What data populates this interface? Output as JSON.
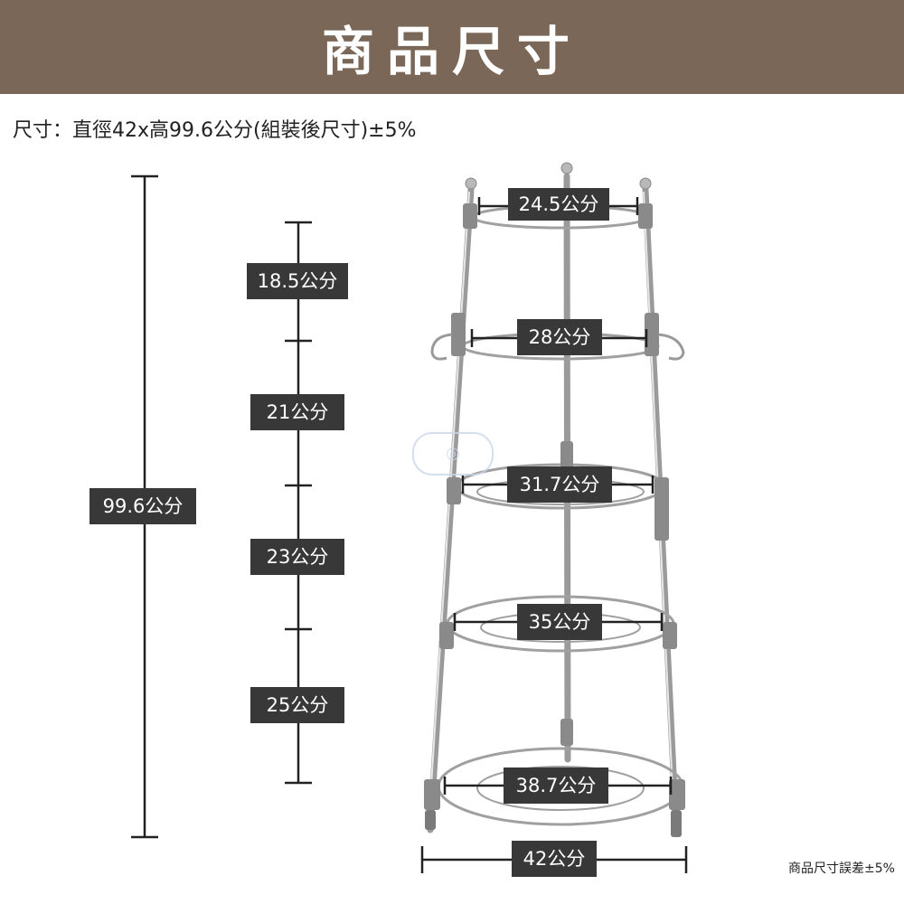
{
  "header": {
    "title": "商品尺寸"
  },
  "spec": {
    "text": "尺寸：直徑42x高99.6公分(組裝後尺寸)±5%"
  },
  "footnote": {
    "text": "商品尺寸誤差±5%"
  },
  "dimensions": {
    "total_height": "99.6公分",
    "tier_heights": [
      "18.5公分",
      "21公分",
      "23公分",
      "25公分"
    ],
    "ring_diameters": [
      "24.5公分",
      "28公分",
      "31.7公分",
      "35公分",
      "38.7公分"
    ],
    "base_width": "42公分"
  },
  "colors": {
    "header_bg": "#7a6757",
    "label_bg": "#383838",
    "metal": "#a8a8a8"
  }
}
